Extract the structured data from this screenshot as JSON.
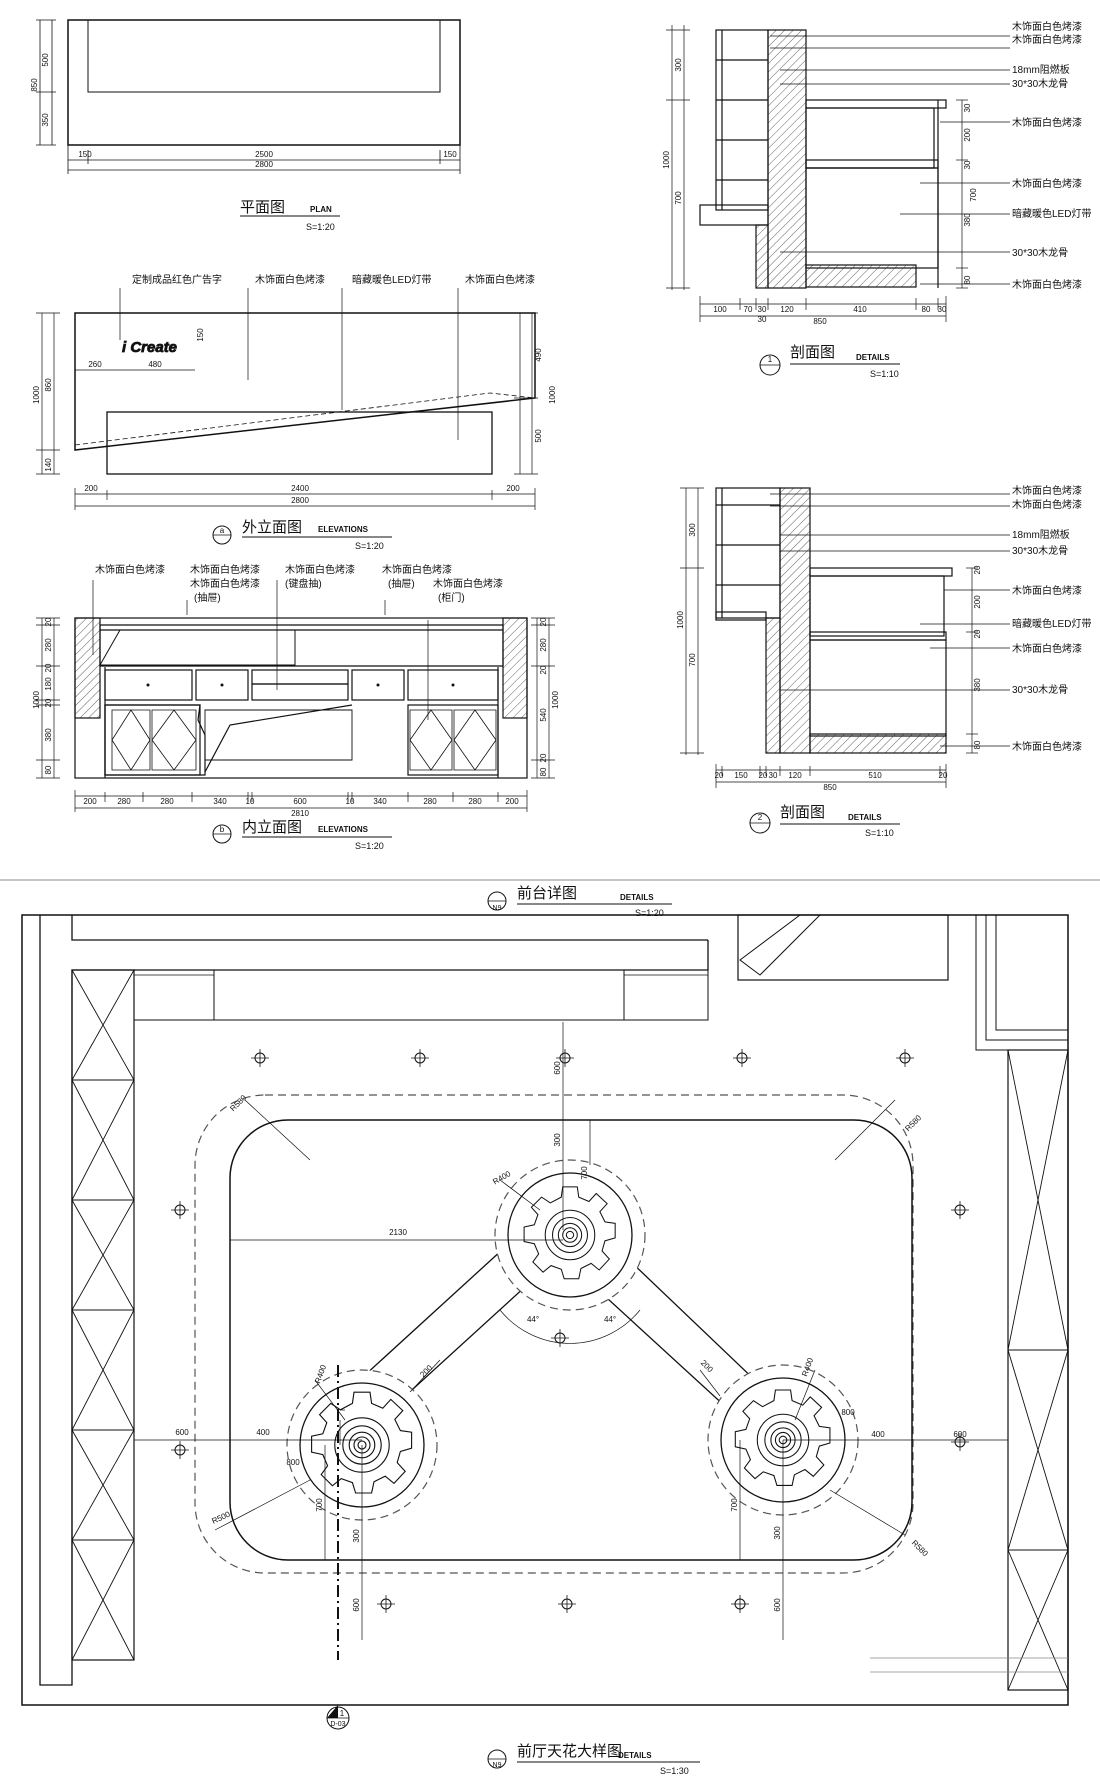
{
  "plan": {
    "title": "平面图",
    "title_en": "PLAN",
    "scale": "S=1:20",
    "dims": {
      "d500": "500",
      "d850": "850",
      "d350": "350",
      "d150a": "150",
      "d2500": "2500",
      "d150b": "150",
      "d2800": "2800"
    }
  },
  "section1": {
    "num": "1",
    "title": "剖面图",
    "title_en": "DETAILS",
    "scale": "S=1:10",
    "labels": [
      "木饰面白色烤漆",
      "木饰面白色烤漆",
      "18mm阻燃板",
      "30*30木龙骨",
      "木饰面白色烤漆",
      "木饰面白色烤漆",
      "暗藏暖色LED灯带",
      "30*30木龙骨",
      "木饰面白色烤漆"
    ],
    "dims": {
      "v300": "300",
      "v1000": "1000",
      "v700": "700",
      "v30a": "30",
      "v200": "200",
      "v30b": "30",
      "v700b": "700",
      "v380": "380",
      "v80": "80",
      "h100": "100",
      "h70": "70",
      "h30a": "30",
      "h120": "120",
      "h410": "410",
      "h80": "80",
      "h30b": "30",
      "h850": "850",
      "h30c": "30"
    }
  },
  "outer_elev": {
    "marker": "a",
    "title": "外立面图",
    "title_en": "ELEVATIONS",
    "scale": "S=1:20",
    "logo": "i Create",
    "labels": [
      "定制成品红色广告字",
      "木饰面白色烤漆",
      "暗藏暖色LED灯带",
      "木饰面白色烤漆"
    ],
    "dims": {
      "v1000": "1000",
      "v860": "860",
      "v140": "140",
      "v150": "150",
      "h260": "260",
      "h480": "480",
      "r490": "490",
      "r1000": "1000",
      "r500": "500",
      "h200a": "200",
      "h2400": "2400",
      "h200b": "200",
      "h2800": "2800"
    }
  },
  "section2": {
    "num": "2",
    "title": "剖面图",
    "title_en": "DETAILS",
    "scale": "S=1:10",
    "labels": [
      "木饰面白色烤漆",
      "木饰面白色烤漆",
      "18mm阻燃板",
      "30*30木龙骨",
      "木饰面白色烤漆",
      "暗藏暖色LED灯带",
      "木饰面白色烤漆",
      "30*30木龙骨",
      "木饰面白色烤漆"
    ],
    "dims": {
      "v300": "300",
      "v1000": "1000",
      "v700": "700",
      "v200": "200",
      "v20a": "20",
      "v20b": "20",
      "v380": "380",
      "v80": "80",
      "h20": "20",
      "h150": "150",
      "h20b": "20",
      "h30": "30",
      "h120": "120",
      "h510": "510",
      "h20c": "20",
      "h850": "850"
    }
  },
  "inner_elev": {
    "marker": "b",
    "title": "内立面图",
    "title_en": "ELEVATIONS",
    "scale": "S=1:20",
    "labels": [
      "木饰面白色烤漆",
      "木饰面白色烤漆",
      "木饰面白色烤漆",
      "(抽屉)",
      "木饰面白色烤漆",
      "(键盘抽)",
      "木饰面白色烤漆",
      "(抽屉)",
      "木饰面白色烤漆",
      "(柜门)"
    ],
    "dims": {
      "l20a": "20",
      "l280": "280",
      "l1000": "1000",
      "l20b": "20",
      "l180": "180",
      "l20c": "20",
      "l380": "380",
      "l80": "80",
      "r20a": "20",
      "r280": "280",
      "r20b": "20",
      "r1000": "1000",
      "r540": "540",
      "r20c": "20",
      "r80": "80",
      "b200a": "200",
      "b280a": "280",
      "b280b": "280",
      "b340a": "340",
      "b10a": "10",
      "b600": "600",
      "b10b": "10",
      "b340b": "340",
      "b280c": "280",
      "b280d": "280",
      "b200b": "200",
      "b2810": "2810"
    }
  },
  "front_desk": {
    "marker": "N9",
    "title": "前台详图",
    "title_en": "DETAILS",
    "scale": "S=1:20"
  },
  "ceiling": {
    "marker": "N9",
    "title": "前厅天花大样图",
    "title_en": "DETAILS",
    "scale": "S=1:30",
    "elev_ref": {
      "num": "1",
      "sheet": "D-03"
    },
    "dims": {
      "top600": "600",
      "top300": "300",
      "top700": "700",
      "r400top": "R400",
      "d2130": "2130",
      "a44a": "44°",
      "a44b": "44°",
      "r580tl": "R580",
      "r580tr": "R580",
      "r400l": "R400",
      "d200l": "200",
      "d200r": "200",
      "r400r": "R400",
      "l600": "600",
      "l400": "400",
      "l800": "800",
      "r500": "R500",
      "l700": "700",
      "l300": "300",
      "l600b": "600",
      "rr800": "800",
      "rr400": "400",
      "rr600": "600",
      "rr700": "700",
      "rr300": "300",
      "r580br": "R580",
      "rr600b": "600"
    }
  }
}
